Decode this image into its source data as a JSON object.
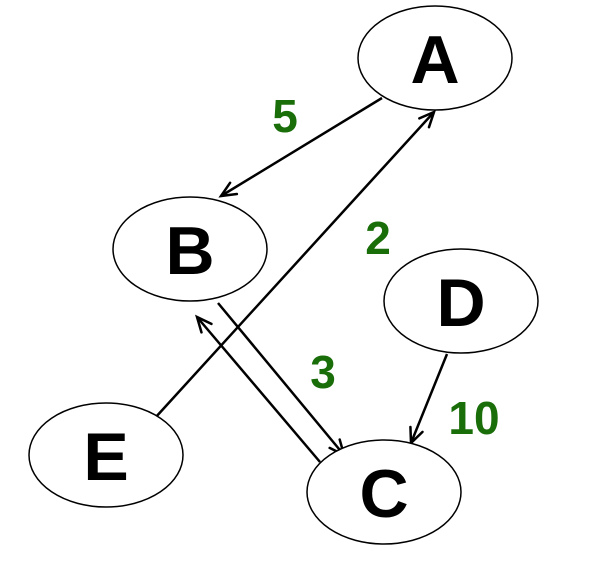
{
  "graph": {
    "directed": true,
    "weight_color": "#1a6e0a",
    "node_color": "#000000",
    "nodes": [
      {
        "id": "A",
        "label": "A"
      },
      {
        "id": "B",
        "label": "B"
      },
      {
        "id": "C",
        "label": "C"
      },
      {
        "id": "D",
        "label": "D"
      },
      {
        "id": "E",
        "label": "E"
      }
    ],
    "edges": [
      {
        "id": "A-B",
        "from": "A",
        "to": "B",
        "weight": "5"
      },
      {
        "id": "E-A",
        "from": "E",
        "to": "A",
        "weight": "2"
      },
      {
        "id": "B-C",
        "from": "B",
        "to": "C",
        "weight": "3"
      },
      {
        "id": "C-B",
        "from": "C",
        "to": "B",
        "weight": ""
      },
      {
        "id": "D-C",
        "from": "D",
        "to": "C",
        "weight": "10"
      }
    ]
  }
}
